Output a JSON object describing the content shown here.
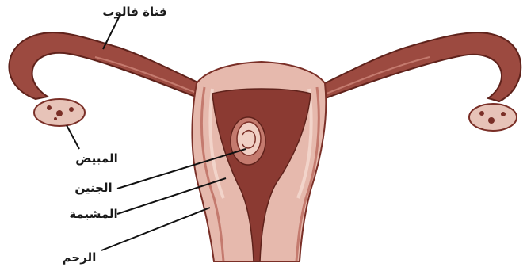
{
  "labels": {
    "fallopian_tube": "قناة فالوب",
    "ovary": "المبيض",
    "embryo": "الجنين",
    "placenta": "المشيمة",
    "uterus": "الرحم"
  },
  "colors": {
    "tube_dark": "#7a2f27",
    "tube_fill": "#9c4a40",
    "tube_light": "#c47a6e",
    "tissue_pink": "#e6b9ad",
    "tissue_light": "#f2d4ca",
    "cavity": "#8b3a32",
    "ovary_fill": "#e7c3b8",
    "embryo_fill": "#f0cfc4",
    "leader": "#111111"
  }
}
